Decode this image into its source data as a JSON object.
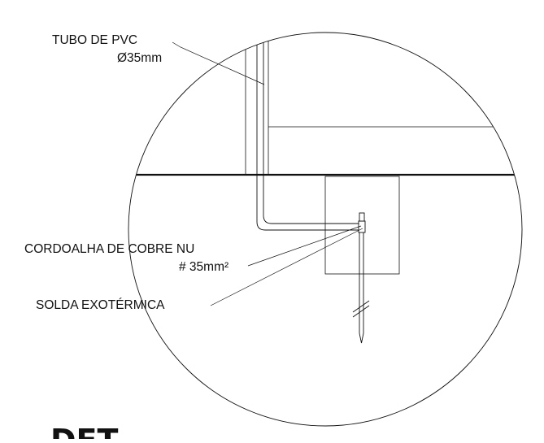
{
  "labels": {
    "pvc_line1": "TUBO DE PVC",
    "pvc_line2": "Ø35mm",
    "cord_line1": "CORDOALHA DE COBRE NU",
    "cord_line2": "# 35mm²",
    "solda": "SOLDA EXOTÉRMICA"
  },
  "detail_title": "DET",
  "colors": {
    "line": "#111111",
    "background": "#ffffff"
  }
}
